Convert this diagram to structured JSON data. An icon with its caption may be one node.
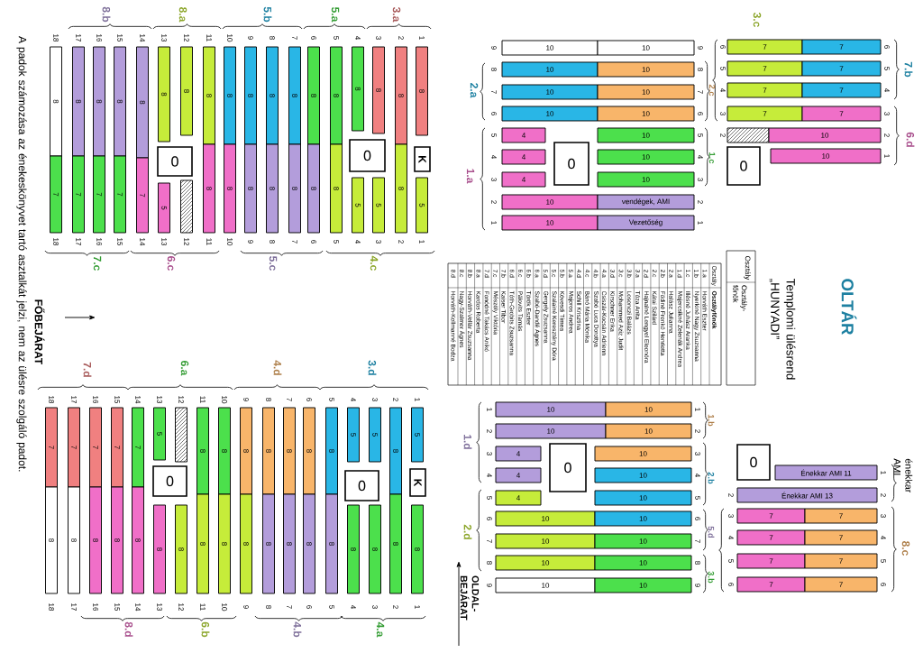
{
  "diagram": {
    "title": "Templomi ülésrend „HUNYADI”",
    "nodes": [
      {
        "text": [
          "8"
        ]
      },
      {
        "text": [
          "7"
        ]
      },
      {
        "text": [
          "8"
        ]
      },
      {
        "text": [
          "7"
        ]
      },
      {
        "text": [
          "8"
        ]
      },
      {
        "text": [
          "7"
        ]
      },
      {
        "text": [
          "8"
        ]
      },
      {
        "text": [
          "7"
        ]
      },
      {
        "text": [
          "8"
        ]
      },
      {
        "text": [
          "7"
        ]
      },
      {
        "text": [
          "8"
        ]
      },
      {
        "text": [
          "0"
        ]
      },
      {
        "text": [
          "5"
        ]
      },
      {
        "text": [
          "8"
        ]
      },
      {
        "text": [],
        "shape": "box"
      },
      {
        "text": [
          "8"
        ]
      },
      {
        "text": [
          "8"
        ]
      },
      {
        "text": [
          "8"
        ]
      },
      {
        "text": [
          "8"
        ]
      },
      {
        "text": [
          "8"
        ]
      },
      {
        "text": [
          "8"
        ]
      },
      {
        "text": [
          "8"
        ]
      },
      {
        "text": [
          "8"
        ]
      },
      {
        "text": [
          "8"
        ]
      },
      {
        "text": [
          "8"
        ]
      },
      {
        "text": [
          "8"
        ]
      },
      {
        "text": [
          "8"
        ]
      },
      {
        "text": [
          "8"
        ]
      },
      {
        "text": [
          "8"
        ]
      },
      {
        "text": [
          "8"
        ]
      },
      {
        "text": [
          "0"
        ]
      },
      {
        "text": [
          "5"
        ]
      },
      {
        "text": [
          "8"
        ]
      },
      {
        "text": [
          "5"
        ]
      },
      {
        "text": [
          "8"
        ]
      },
      {
        "text": [
          "8"
        ]
      },
      {
        "text": [
          "8"
        ]
      },
      {
        "text": [
          "K"
        ]
      },
      {
        "text": [
          "5"
        ]
      },
      {
        "text": [
          "7"
        ]
      },
      {
        "text": [
          "8"
        ]
      },
      {
        "text": [
          "7"
        ]
      },
      {
        "text": [
          "8"
        ]
      },
      {
        "text": [
          "7"
        ]
      },
      {
        "text": [
          "8"
        ]
      },
      {
        "text": [
          "7"
        ]
      },
      {
        "text": [
          "8"
        ]
      },
      {
        "text": [
          "7"
        ]
      },
      {
        "text": [
          "8"
        ]
      },
      {
        "text": [
          "5"
        ]
      },
      {
        "text": [
          "0"
        ]
      },
      {
        "text": [
          "8"
        ]
      },
      {
        "text": [],
        "shape": "box"
      },
      {
        "text": [
          "8"
        ]
      },
      {
        "text": [
          "8"
        ]
      },
      {
        "text": [
          "8"
        ]
      },
      {
        "text": [
          "8"
        ]
      },
      {
        "text": [
          "8"
        ]
      },
      {
        "text": [
          "8"
        ]
      },
      {
        "text": [
          "8"
        ]
      },
      {
        "text": [
          "8"
        ]
      },
      {
        "text": [
          "8"
        ]
      },
      {
        "text": [
          "8"
        ]
      },
      {
        "text": [
          "8"
        ]
      },
      {
        "text": [
          "8"
        ]
      },
      {
        "text": [
          "8"
        ]
      },
      {
        "text": [
          "8"
        ]
      },
      {
        "text": [
          "8"
        ]
      },
      {
        "text": [
          "5"
        ]
      },
      {
        "text": [
          "0"
        ]
      },
      {
        "text": [
          "8"
        ]
      },
      {
        "text": [
          "5"
        ]
      },
      {
        "text": [
          "8"
        ]
      },
      {
        "text": [
          "8"
        ]
      },
      {
        "text": [
          "8"
        ]
      },
      {
        "text": [
          "5"
        ]
      },
      {
        "text": [
          "K"
        ]
      },
      {
        "text": [
          "8"
        ]
      },
      {
        "text": [
          "10"
        ]
      },
      {
        "text": [
          "10"
        ]
      },
      {
        "text": [
          "10"
        ]
      },
      {
        "text": [
          "10"
        ]
      },
      {
        "text": [
          "10"
        ]
      },
      {
        "text": [
          "10"
        ]
      },
      {
        "text": [
          "10"
        ]
      },
      {
        "text": [
          "10"
        ]
      },
      {
        "text": [
          "4"
        ]
      },
      {
        "text": [
          "10"
        ]
      },
      {
        "text": [
          "0"
        ]
      },
      {
        "text": [
          "4"
        ]
      },
      {
        "text": [
          "10"
        ]
      },
      {
        "text": [
          "4"
        ]
      },
      {
        "text": [
          "10"
        ]
      },
      {
        "text": [
          "10"
        ]
      },
      {
        "text": [
          "vendégek, AMI"
        ]
      },
      {
        "text": [
          "10"
        ]
      },
      {
        "text": [
          "Vezetőség"
        ]
      },
      {
        "text": [
          "7"
        ]
      },
      {
        "text": [
          "7"
        ]
      },
      {
        "text": [
          "7"
        ]
      },
      {
        "text": [
          "7"
        ]
      },
      {
        "text": [
          "7"
        ]
      },
      {
        "text": [
          "7"
        ]
      },
      {
        "text": [
          "7"
        ]
      },
      {
        "text": [
          "7"
        ]
      },
      {
        "text": [],
        "shape": "box"
      },
      {
        "text": [
          "10"
        ]
      },
      {
        "text": [
          "0"
        ]
      },
      {
        "text": [
          "10"
        ]
      },
      {
        "text": [
          "10"
        ]
      },
      {
        "text": [
          "10"
        ]
      },
      {
        "text": [
          "10"
        ]
      },
      {
        "text": [
          "10"
        ]
      },
      {
        "text": [
          "4"
        ]
      },
      {
        "text": [
          "0"
        ]
      },
      {
        "text": [
          "10"
        ]
      },
      {
        "text": [
          "4"
        ]
      },
      {
        "text": [
          "10"
        ]
      },
      {
        "text": [
          "4"
        ]
      },
      {
        "text": [
          "10"
        ]
      },
      {
        "text": [
          "10"
        ]
      },
      {
        "text": [
          "10"
        ]
      },
      {
        "text": [
          "10"
        ]
      },
      {
        "text": [
          "10"
        ]
      },
      {
        "text": [
          "10"
        ]
      },
      {
        "text": [
          "10"
        ]
      },
      {
        "text": [
          "10"
        ]
      },
      {
        "text": [
          "10"
        ]
      },
      {
        "text": [
          "0"
        ]
      },
      {
        "text": [
          "Énekkar AMI 11"
        ]
      },
      {
        "text": [
          "Énekkar AMI 13"
        ]
      },
      {
        "text": [
          "7"
        ]
      },
      {
        "text": [
          "7"
        ]
      },
      {
        "text": [
          "7"
        ]
      },
      {
        "text": [
          "7"
        ]
      },
      {
        "text": [
          "7"
        ]
      },
      {
        "text": [
          "7"
        ]
      },
      {
        "text": [
          "7"
        ]
      },
      {
        "text": [
          "7"
        ]
      }
    ],
    "labels": [
      "8.b",
      "8.a",
      "5.b",
      "5.a",
      "3.a",
      "18",
      "17",
      "16",
      "15",
      "14",
      "13",
      "12",
      "11",
      "10",
      "9",
      "8",
      "7",
      "6",
      "5",
      "4",
      "3",
      "2",
      "1",
      "18",
      "17",
      "16",
      "15",
      "14",
      "13",
      "12",
      "11",
      "10",
      "9",
      "8",
      "7",
      "6",
      "5",
      "4",
      "3",
      "2",
      "1",
      "7.c",
      "6.c",
      "5.c",
      "4.c",
      "A padok számozása az énekeskönyvet tartó asztalkát jelzi, nem az ülésre szolgáló padot.",
      "FŐBEJÁRAT",
      "7.d",
      "6.a",
      "4.d",
      "3.d",
      "18",
      "17",
      "16",
      "15",
      "14",
      "13",
      "12",
      "11",
      "10",
      "9",
      "8",
      "7",
      "6",
      "5",
      "4",
      "3",
      "2",
      "1",
      "18",
      "17",
      "16",
      "15",
      "14",
      "13",
      "12",
      "11",
      "10",
      "9",
      "8",
      "7",
      "6",
      "5",
      "4",
      "3",
      "2",
      "1",
      "8.d",
      "6.b",
      "4.b",
      "4.a",
      "9",
      "8",
      "7",
      "6",
      "5",
      "4",
      "3",
      "2",
      "1",
      "9",
      "8",
      "7",
      "6",
      "5",
      "4",
      "3",
      "2",
      "1",
      "2.a",
      "1.a",
      "2.c",
      "1.c",
      "3.c",
      "6",
      "5",
      "4",
      "3",
      "2",
      "6",
      "5",
      "4",
      "3",
      "2",
      "1",
      "7.b",
      "6.d",
      "OLTÁR",
      "Osztály",
      "Osztályfőnök",
      "1.a",
      "Horváth Eszter",
      "1.b",
      "Nyerkiné Nagy Zsuzsanna",
      "1.c",
      "Illésné Juhász Aranka",
      "1.d",
      "Majercsikné Zelenák Andrea",
      "2.a",
      "Halász Julianna",
      "2.b",
      "Födiné Frenkó Henrietta",
      "2.c",
      "Kátai Szilárd",
      "2.d",
      "Hajnalné Lengyel Eleonóra",
      "3.a",
      "Tóza Anita",
      "3.b",
      "Losonczi Balázs",
      "3.c",
      "Mohammed Aziz Judit",
      "3.d",
      "Kirschner Erika",
      "4.a",
      "Csiszár-Kocsán Adrienn",
      "4.b",
      "Szabó Luca Dorottya",
      "4.c",
      "Bánó Mária Mónika",
      "4.d",
      "Schill Krisztina",
      "5.a",
      "Majoros Andrea",
      "5.b",
      "Kövesdi Tímea",
      "5.c",
      "Szalainé Keresztény Dóra",
      "5.d",
      "Gergely Zsuzsanna",
      "6.a",
      "Szabó-Dandé Ágnes",
      "6.b",
      "Török Eszter",
      "6.c",
      "Pálovits Tamás",
      "6.d",
      "Tóth-Grobits Zsuzsanna",
      "7.b",
      "Kaiser Tibor",
      "7.c",
      "Mészöly Viktória",
      "7.d",
      "Fonódné Takács Anikó",
      "8.a",
      "Kardos Roberta",
      "8.b",
      "Horváth-Vellár Zsuzsanna",
      "8.c",
      "Nagy-Szalmer Ágnes",
      "8.d",
      "Horváth-Kollmanné Bodza",
      "Osztály",
      "Osztály- főnök",
      "1",
      "2",
      "3",
      "4",
      "5",
      "6",
      "7",
      "8",
      "9",
      "1",
      "2",
      "3",
      "4",
      "5",
      "6",
      "7",
      "8",
      "9",
      "1.d",
      "2.d",
      "1.b",
      "2.b",
      "5.d",
      "3.b",
      "2",
      "3",
      "4",
      "5",
      "6",
      "1",
      "2",
      "3",
      "4",
      "5",
      "6",
      "énekkar AMI",
      "8.c",
      "OLDAL- BEJÁRAT"
    ]
  }
}
